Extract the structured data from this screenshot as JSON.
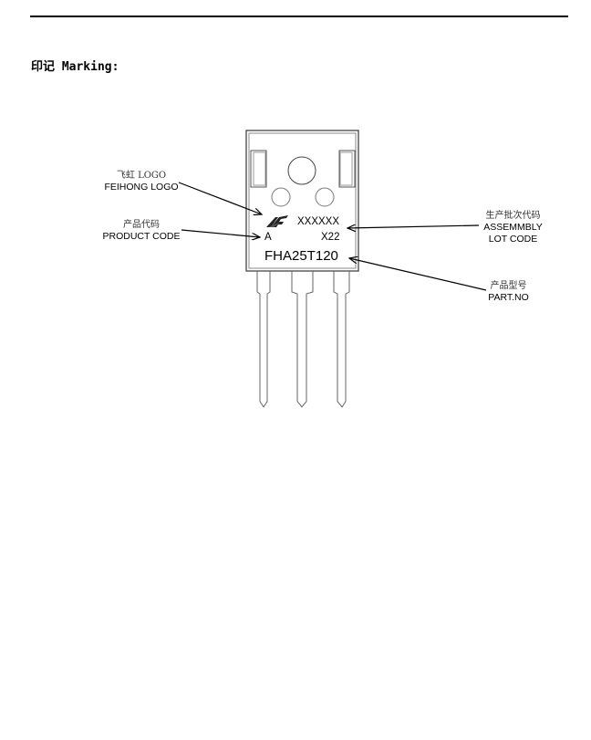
{
  "heading": "印记 Marking:",
  "labels": {
    "logo_cn": "飞虹 LOGO",
    "logo_en": "FEIHONG LOGO",
    "product_cn": "产品代码",
    "product_en": "PRODUCT CODE",
    "lot_cn": "生产批次代码",
    "lot_en1": "ASSEMMBLY",
    "lot_en2": "LOT CODE",
    "part_cn": "产品型号",
    "part_en": "PART.NO"
  },
  "package": {
    "lot_code": "XXXXXX",
    "product_code": "A",
    "date_code": "X22",
    "part_number": "FHA25T120"
  }
}
